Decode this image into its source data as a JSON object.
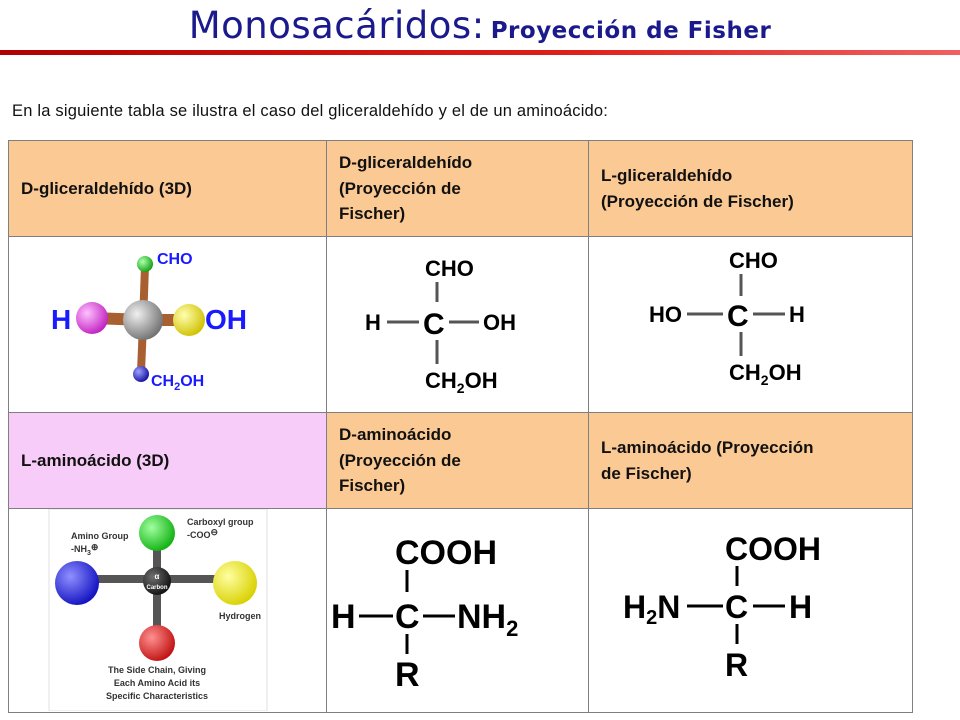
{
  "slide": {
    "title_main": "Monosacáridos:",
    "title_sub": "Proyección de Fisher",
    "intro": "En la siguiente tabla se ilustra el caso del gliceraldehído y el de un aminoácido:"
  },
  "table": {
    "row1": {
      "col1": "D-gliceraldehído (3D)",
      "col2_lines": [
        "D-gliceraldehído",
        "(Proyección de",
        "Fischer)"
      ],
      "col3_lines": [
        "L-gliceraldehído",
        "(Proyección de Fischer)"
      ]
    },
    "row3": {
      "col1": "L-aminoácido (3D)",
      "col2_lines": [
        "D-aminoácido",
        "(Proyección de",
        "Fischer)"
      ],
      "col3_lines": [
        "L-aminoácido (Proyección",
        "de Fischer)"
      ]
    }
  },
  "molecules": {
    "glyceraldehyde_3d": {
      "top": "CHO",
      "left": "H",
      "right": "OH",
      "bottom_main": "CH",
      "bottom_sub": "2",
      "bottom_tail": "OH"
    },
    "d_glyceraldehyde": {
      "top": "CHO",
      "left": "H",
      "center": "C",
      "right": "OH",
      "bottom_main": "CH",
      "bottom_sub": "2",
      "bottom_tail": "OH"
    },
    "l_glyceraldehyde": {
      "top": "CHO",
      "left": "HO",
      "center": "C",
      "right": "H",
      "bottom_main": "CH",
      "bottom_sub": "2",
      "bottom_tail": "OH"
    },
    "amino_3d": {
      "amino_label": "Amino Group",
      "amino_formula": "-NH",
      "amino_sub": "3",
      "amino_charge": "⊕",
      "carboxyl_label": "Carboxyl group",
      "carboxyl_formula": "-COO",
      "carboxyl_charge": "⊖",
      "alpha": "α",
      "carbon": "Carbon",
      "hydrogen": "Hydrogen",
      "side_chain_lines": [
        "The Side Chain, Giving",
        "Each Amino Acid its",
        "Specific Characteristics"
      ]
    },
    "d_amino": {
      "top": "COOH",
      "left": "H",
      "center": "C",
      "right_main": "NH",
      "right_sub": "2",
      "bottom": "R"
    },
    "l_amino": {
      "top": "COOH",
      "left_main": "H",
      "left_sub": "2",
      "left_tail": "N",
      "center": "C",
      "right": "H",
      "bottom": "R"
    }
  },
  "colors": {
    "title": "#1a1a8c",
    "rule": "#e0201a",
    "header_peach": "#fbc994",
    "header_pink": "#f8ccf8",
    "atom_h_3d": "#1a1aff",
    "atom_oh_3d": "#1a1aff"
  }
}
